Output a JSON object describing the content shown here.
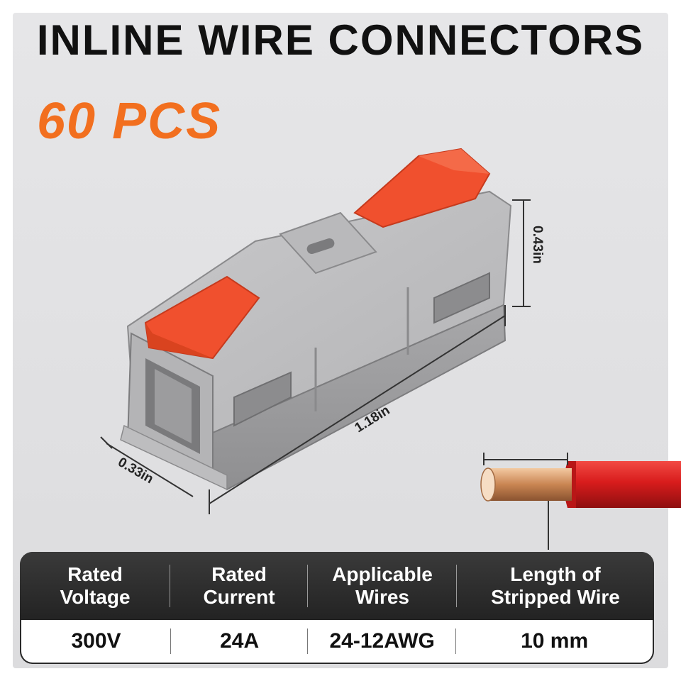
{
  "title": "INLINE WIRE CONNECTORS",
  "quantity": "60 PCS",
  "dimensions": {
    "height": "0.43in",
    "length": "1.18in",
    "width": "0.33in"
  },
  "colors": {
    "quantity_accent": "#f26f1f",
    "body_gray": "#a9a9ab",
    "lever_orange": "#f0502e",
    "wire_red": "#d81c1c",
    "copper": "#d39a6a",
    "table_dark": "#2a2a2a"
  },
  "specs": {
    "headers": [
      [
        "Rated",
        "Voltage"
      ],
      [
        "Rated",
        "Current"
      ],
      [
        "Applicable",
        "Wires"
      ],
      [
        "Length of",
        "Stripped Wire"
      ]
    ],
    "values": [
      "300V",
      "24A",
      "24-12AWG",
      "10 mm"
    ]
  }
}
